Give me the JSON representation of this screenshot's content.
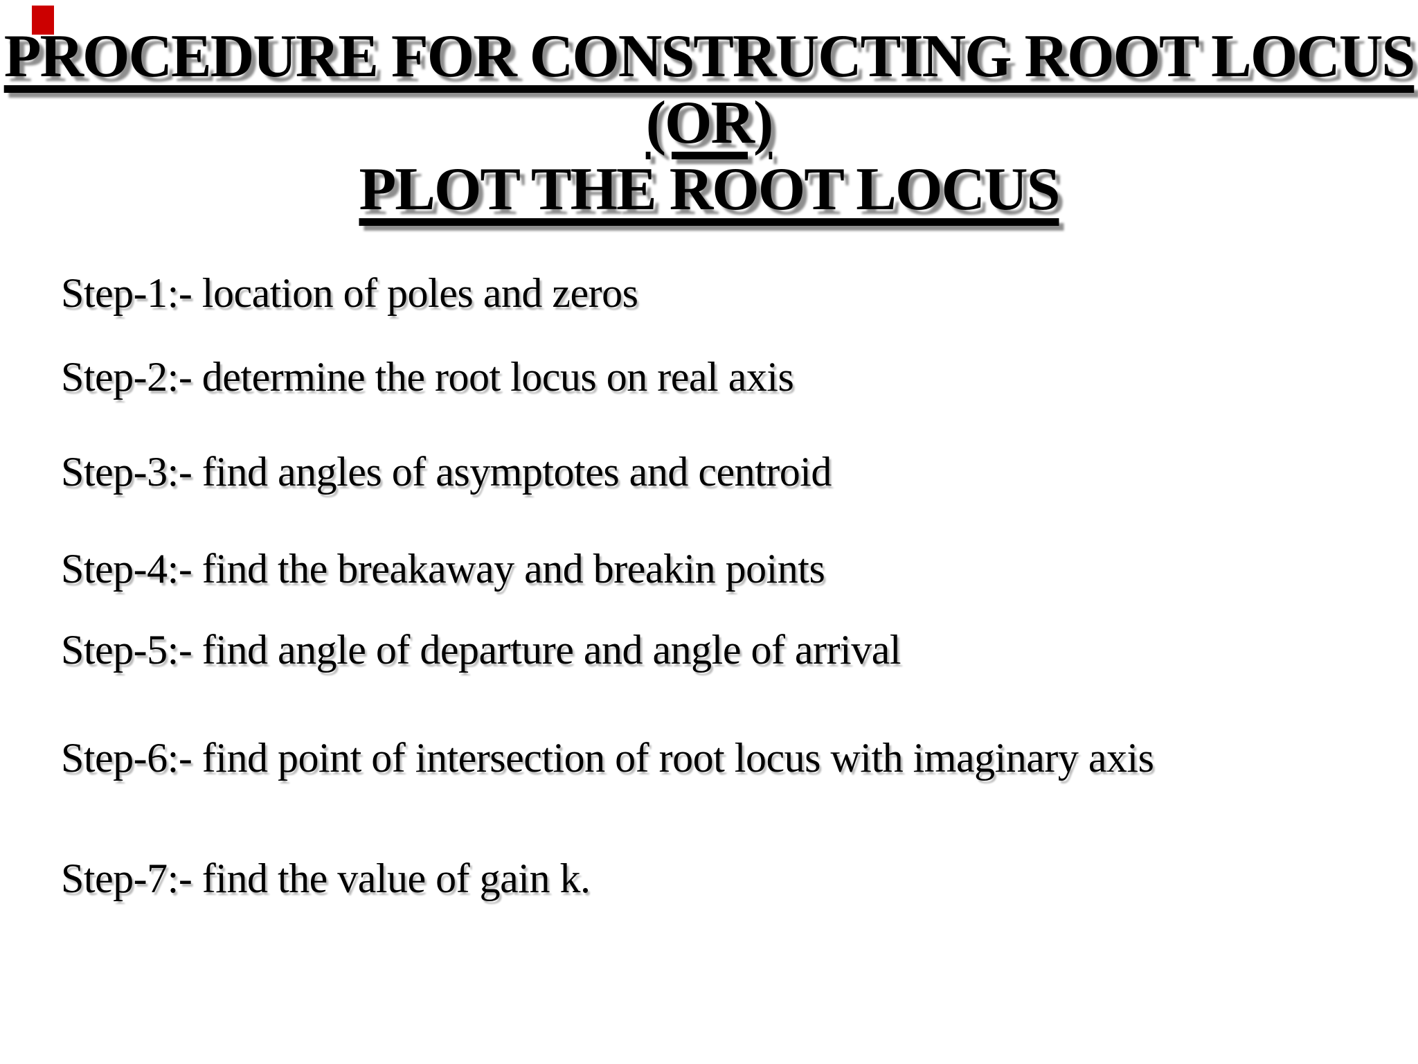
{
  "slide": {
    "background_color": "#ffffff",
    "text_color": "#000000",
    "title_shadow_color": "#8f8f8f",
    "red_marker_color": "#cc0000",
    "title": {
      "line1": "PROCEDURE FOR CONSTRUCTING ROOT LOCUS",
      "line2": "(OR)",
      "line3": "PLOT THE ROOT LOCUS"
    },
    "steps": [
      "Step-1:- location of poles and zeros",
      "Step-2:- determine the root locus on real axis",
      "Step-3:- find angles of asymptotes and centroid",
      "Step-4:- find the breakaway and breakin points",
      "Step-5:- find angle of departure and angle of arrival",
      "Step-6:- find point of intersection of root locus with imaginary axis",
      "Step-7:- find the value of gain k."
    ]
  }
}
